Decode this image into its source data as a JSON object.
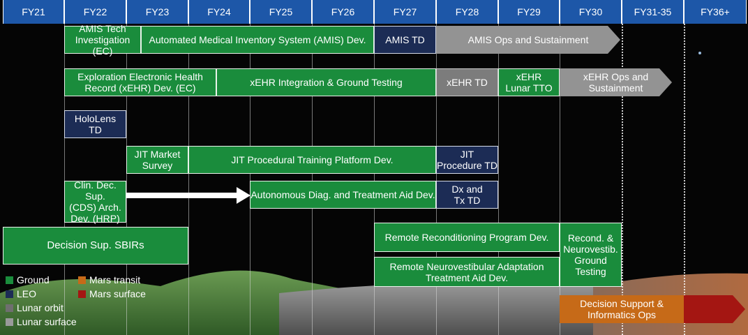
{
  "years": [
    "FY21",
    "FY22",
    "FY23",
    "FY24",
    "FY25",
    "FY26",
    "FY27",
    "FY28",
    "FY29",
    "FY30",
    "FY31-35",
    "FY36+"
  ],
  "colors": {
    "header": "#1d57a8",
    "ground": "#1a8c3c",
    "leo": "#1c2c55",
    "lunar_orbit": "#6f6f6f",
    "lunar_surface": "#9a9a9a",
    "mars_transit": "#c66a18",
    "mars_surface": "#a41612"
  },
  "bars": {
    "amis_tech": "AMIS Tech\nInvestigation (EC)",
    "amis_dev": "Automated Medical Inventory System (AMIS) Dev.",
    "amis_td": "AMIS TD",
    "amis_ops": "AMIS Ops and Sustainment",
    "xehr_dev": "Exploration Electronic Health\nRecord (xEHR) Dev. (EC)",
    "xehr_int": "xEHR Integration & Ground Testing",
    "xehr_td": "xEHR TD",
    "xehr_lunar": "xEHR\nLunar TTO",
    "xehr_ops": "xEHR Ops and\nSustainment",
    "holo": "HoloLens\nTD",
    "jit_market": "JIT Market\nSurvey",
    "jit_platform": "JIT Procedural Training Platform Dev.",
    "jit_td": "JIT\nProcedure TD",
    "cds": "Clin. Dec. Sup.\n(CDS) Arch.\nDev. (HRP)",
    "autonomous": "Autonomous Diag. and Treatment Aid Dev.",
    "dx_tx": "Dx and\nTx TD",
    "sbir": "Decision Sup. SBIRs",
    "recond": "Remote Reconditioning Program Dev.",
    "recond_neuro": "Recond. &\nNeurovestib.\nGround\nTesting",
    "neuro": "Remote Neurovestibular Adaptation\nTreatment Aid Dev.",
    "dsi": "Decision Support &\nInformatics Ops"
  },
  "legend": {
    "ground": "Ground",
    "leo": "LEO",
    "lunar_orbit": "Lunar orbit",
    "lunar_surface": "Lunar surface",
    "mars_transit": "Mars transit",
    "mars_surface": "Mars surface"
  }
}
